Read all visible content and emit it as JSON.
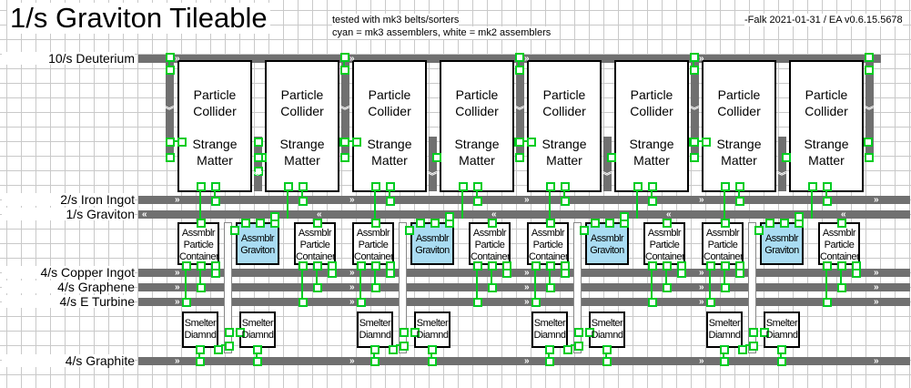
{
  "title": "1/s Graviton Tileable",
  "notes": [
    "tested with mk3 belts/sorters",
    "cyan = mk3 assemblers, white = mk2 assemblers"
  ],
  "credit": "-Falk 2021-01-31 / EA v0.6.15.5678",
  "belts": {
    "deuterium": "10/s Deuterium",
    "iron": "2/s Iron Ingot",
    "graviton": "1/s Graviton",
    "copper": "4/s Copper Ingot",
    "graphene": "4/s Graphene",
    "eturbine": "4/s E Turbine",
    "graphite": "4/s Graphite"
  },
  "machines": {
    "collider": {
      "line1": "Particle",
      "line2": "Collider",
      "line3": "Strange",
      "line4": "Matter"
    },
    "container": {
      "line1": "Assmblr",
      "line2": "Particle",
      "line3": "Container"
    },
    "graviton": {
      "line1": "Assmblr",
      "line2": "Graviton"
    },
    "smelter": {
      "line1": "Smelter",
      "line2": "Diamnd"
    }
  },
  "chevrons": {
    "right": "»",
    "left": "«",
    "down": "︾"
  },
  "colors": {
    "belt": "#707070",
    "inserter": "#00cc22",
    "mk3": "#a9dcf2"
  }
}
